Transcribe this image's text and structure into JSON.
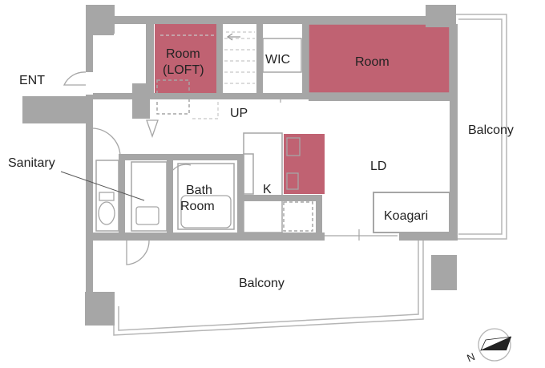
{
  "floorplan": {
    "labels": {
      "ent": "ENT",
      "sanitary": "Sanitary",
      "room_loft_line1": "Room",
      "room_loft_line2": "(LOFT)",
      "wic": "WIC",
      "room": "Room",
      "up": "UP",
      "balcony_right": "Balcony",
      "ld": "LD",
      "kitchen": "K",
      "bath_line1": "Bath",
      "bath_line2": "Room",
      "koagari": "Koagari",
      "balcony_bottom": "Balcony",
      "compass": "N"
    },
    "colors": {
      "wall": "#a6a6a6",
      "room_highlight": "#c06272",
      "outline": "#b5b5b5",
      "text": "#222222"
    }
  }
}
